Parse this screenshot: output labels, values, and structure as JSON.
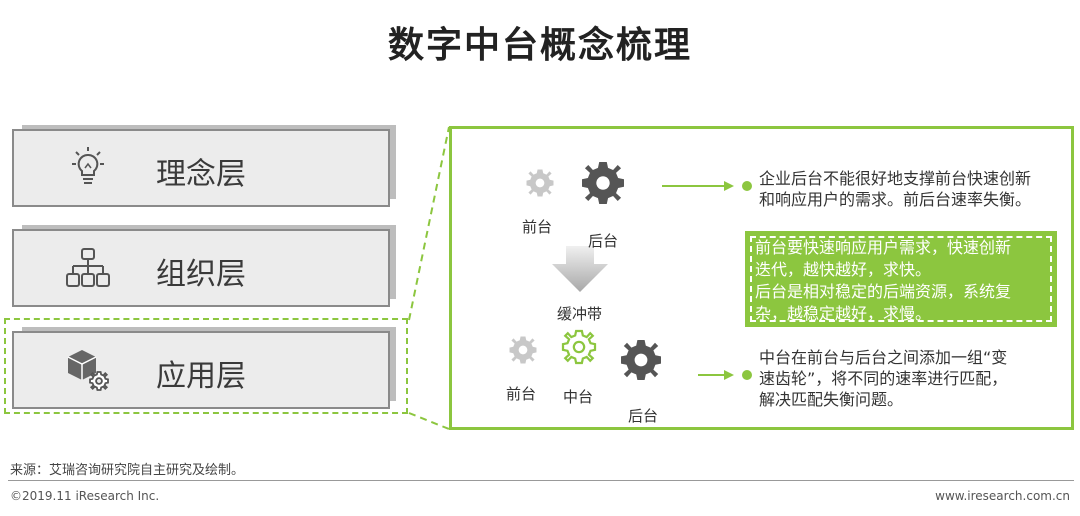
{
  "title": "数字中台概念梳理",
  "layers": [
    {
      "label": "理念层",
      "icon": "lightbulb-icon"
    },
    {
      "label": "组织层",
      "icon": "org-chart-icon"
    },
    {
      "label": "应用层",
      "icon": "cube-gear-icon"
    }
  ],
  "top_diagram": {
    "front_label": "前台",
    "back_label": "后台",
    "description": [
      "企业后台不能很好地支撑前台快速创新",
      "和响应用户的需求。前后台速率失衡。"
    ]
  },
  "buffer_label": "缓冲带",
  "green_box": {
    "lines": [
      "前台要快速响应用户需求，快速创新",
      "迭代，越快越好，求快。",
      "后台是相对稳定的后端资源，系统复",
      "杂，越稳定越好，求慢。"
    ]
  },
  "bottom_diagram": {
    "front_label": "前台",
    "middle_label": "中台",
    "back_label": "后台",
    "description": [
      "中台在前台与后台之间添加一组“变",
      "速齿轮”，将不同的速率进行匹配，",
      "解决匹配失衡问题。"
    ]
  },
  "colors": {
    "accent": "#8cc63f",
    "gear_light": "#c8c8c8",
    "gear_dark": "#555555"
  },
  "source": "来源：艾瑞咨询研究院自主研究及绘制。",
  "copyright": "©2019.11 iResearch Inc.",
  "website": "www.iresearch.com.cn"
}
